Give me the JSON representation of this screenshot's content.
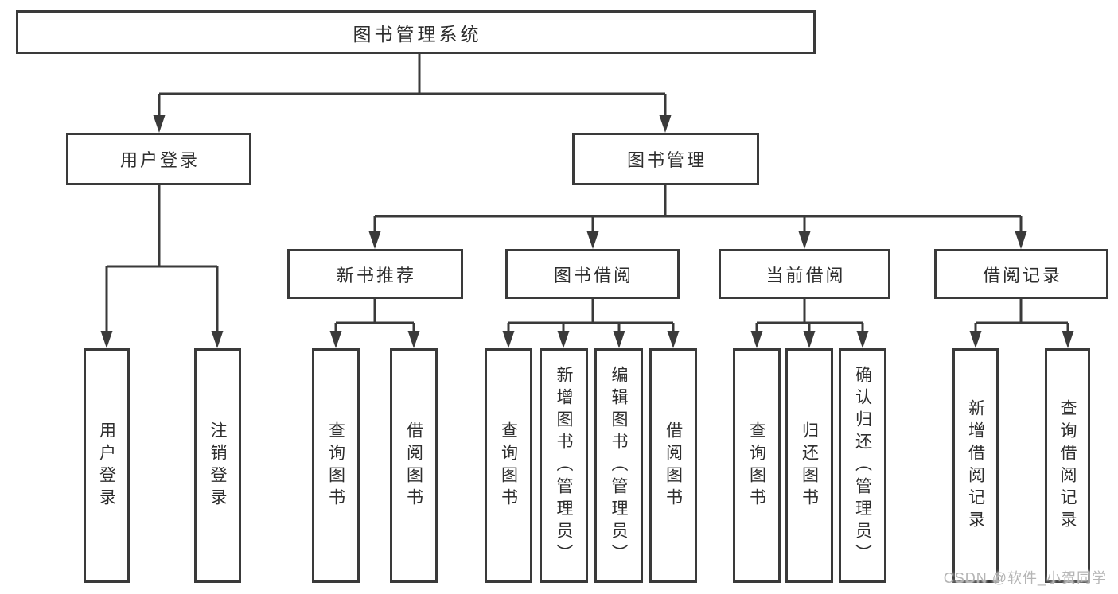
{
  "diagram_title": "图书管理系统",
  "tree": {
    "label": "图书管理系统",
    "children": [
      {
        "label": "用户登录",
        "children": [
          {
            "label": "用户登录"
          },
          {
            "label": "注销登录"
          }
        ]
      },
      {
        "label": "图书管理",
        "children": [
          {
            "label": "新书推荐",
            "children": [
              {
                "label": "查询图书"
              },
              {
                "label": "借阅图书"
              }
            ]
          },
          {
            "label": "图书借阅",
            "children": [
              {
                "label": "查询图书"
              },
              {
                "label": "新增图书（管理员）"
              },
              {
                "label": "编辑图书（管理员）"
              },
              {
                "label": "借阅图书"
              }
            ]
          },
          {
            "label": "当前借阅",
            "children": [
              {
                "label": "查询图书"
              },
              {
                "label": "归还图书"
              },
              {
                "label": "确认归还（管理员）"
              }
            ]
          },
          {
            "label": "借阅记录",
            "children": [
              {
                "label": "新增借阅记录"
              },
              {
                "label": "查询借阅记录"
              }
            ]
          }
        ]
      }
    ]
  },
  "watermark": {
    "text": "CSDN @软件_小贺同学"
  },
  "colors": {
    "line": "#3a3a3a",
    "box_border": "#3a3a3a",
    "box_fill": "#ffffff",
    "text": "#2e2e2e",
    "watermark": "#b5b5b5",
    "background": "#ffffff"
  }
}
